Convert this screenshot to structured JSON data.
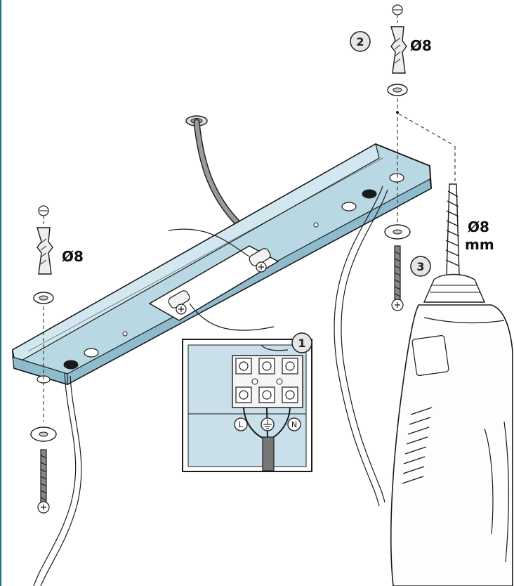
{
  "labels": {
    "dowel_left_diameter": "Ø8",
    "dowel_right_diameter": "Ø8",
    "drill_bit_diameter": "Ø8",
    "drill_bit_unit": "mm"
  },
  "steps": {
    "step1": "1",
    "step2": "2",
    "step3": "3"
  },
  "terminals": {
    "live": "L",
    "neutral": "N"
  },
  "colors": {
    "bracket_fill": "#b8d8e4",
    "inset_fill": "#c9e0ea",
    "outline": "#1a1a1a",
    "background": "#ffffff"
  },
  "icons": [
    "earth-ground-icon",
    "screw-icon",
    "wall-plug-icon",
    "washer-icon",
    "drill-icon"
  ]
}
